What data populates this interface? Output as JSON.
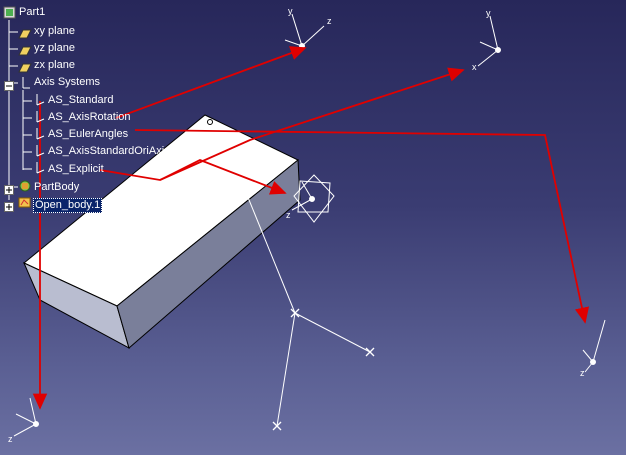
{
  "spec_tree": {
    "root_label": "Part1",
    "planes": [
      "xy plane",
      "yz plane",
      "zx plane"
    ],
    "axis_systems_label": "Axis Systems",
    "axis_systems": [
      "AS_Standard",
      "AS_AxisRotation",
      "AS_EulerAngles",
      "AS_AxisStandardOriAxisDir",
      "AS_Explicit"
    ],
    "part_body_label": "PartBody",
    "open_body_label": "Open_body.1",
    "selected_item": "Open_body.1"
  },
  "axis_labels": {
    "x": "x",
    "y": "y",
    "z": "z"
  },
  "colors": {
    "background_top": "#27275a",
    "background_bottom": "#6b70a2",
    "arrow": "#e00000",
    "box_top": "#ffffff",
    "box_side": "#7a7f9a",
    "box_front": "#b9bdd0",
    "selection": "#0a246a"
  },
  "icons": {
    "root": "part-icon",
    "plane": "plane-icon",
    "axis_system": "axis-system-icon",
    "part_body": "part-body-icon",
    "open_body": "open-body-icon"
  }
}
